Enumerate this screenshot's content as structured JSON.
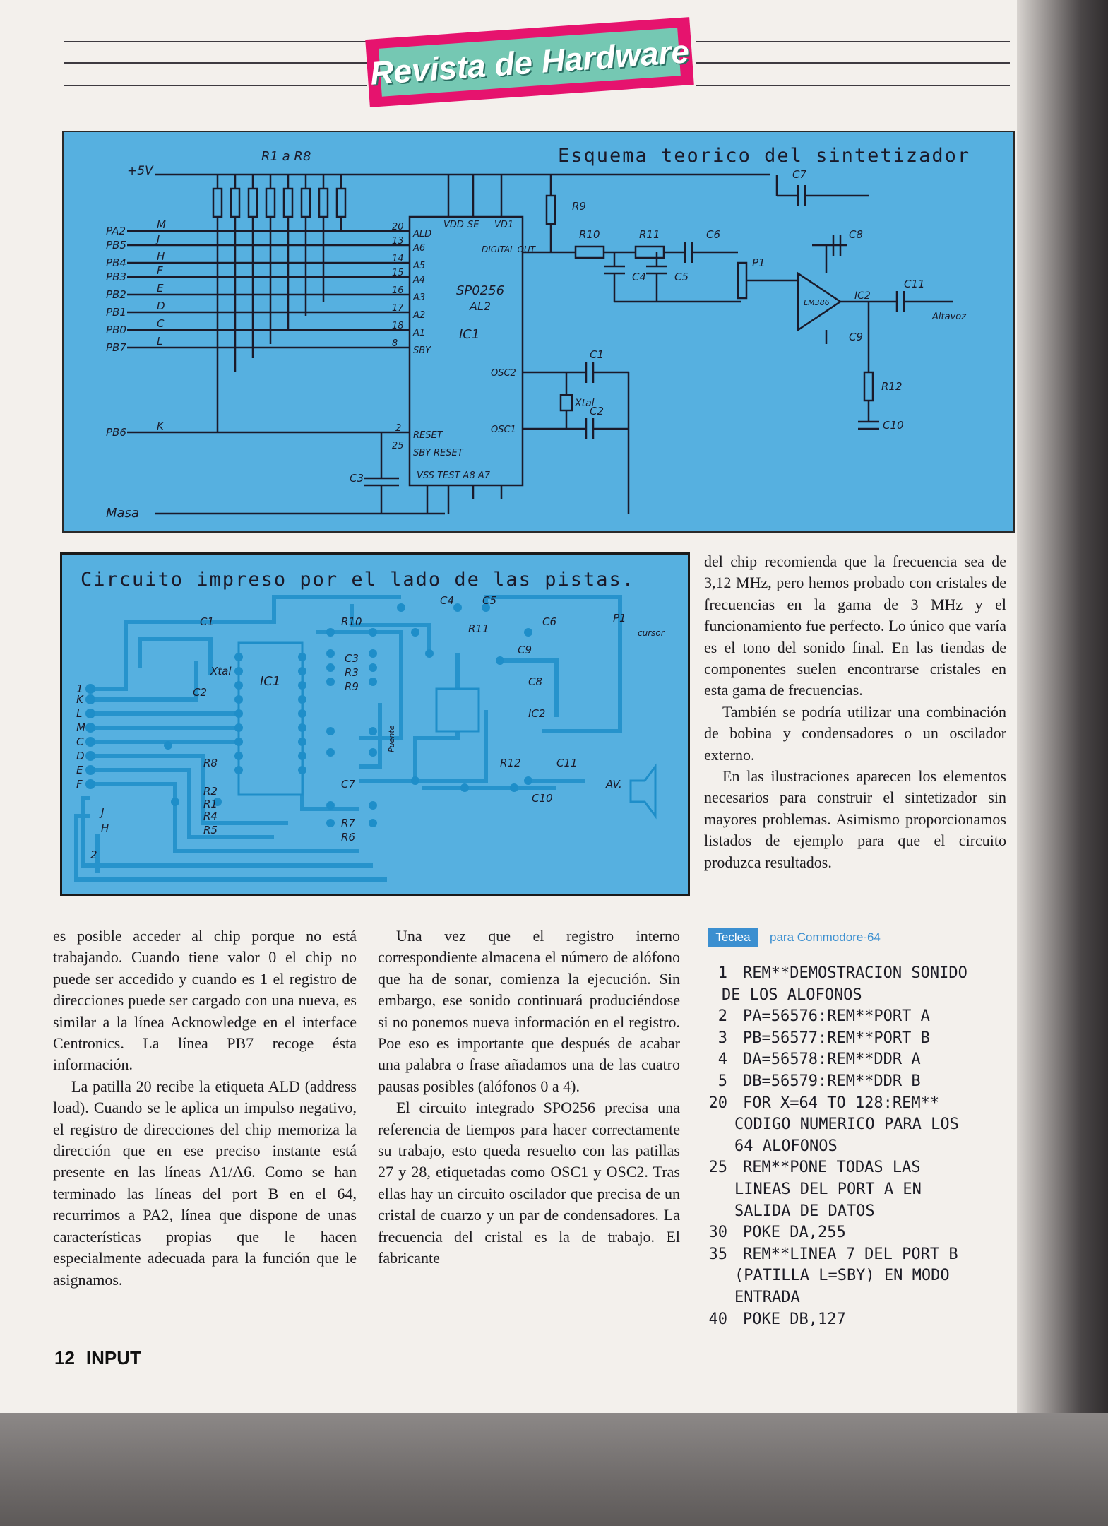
{
  "header": {
    "title": "Revista de Hardware"
  },
  "schematic": {
    "title": "Esquema teorico del sintetizador",
    "labels": {
      "supply": "+5V",
      "resistors": "R1 a R8",
      "ground": "Masa",
      "ports": [
        "PA2",
        "PB5",
        "PB4",
        "PB3",
        "PB2",
        "PB1",
        "PB0",
        "PB7",
        "PB6"
      ],
      "port_letters": [
        "M",
        "J",
        "H",
        "F",
        "E",
        "D",
        "C",
        "L",
        "K"
      ],
      "chip_name": "SP0256",
      "chip_sub": "AL2",
      "chip_id": "IC1",
      "pins_left": [
        "ALD",
        "A6",
        "A5",
        "A4",
        "A3",
        "A2",
        "A1",
        "SBY",
        "RESET",
        "SBY RESET"
      ],
      "pins_left_numbers": [
        "20",
        "13",
        "14",
        "15",
        "16",
        "17",
        "18",
        "8",
        "2",
        "25"
      ],
      "pins_top": [
        "VDD",
        "SE",
        "VD1"
      ],
      "pins_right": [
        "DIGITAL OUT",
        "OSC2",
        "OSC1"
      ],
      "pins_bottom": "VSS TEST A8 A7",
      "components": [
        "R9",
        "R10",
        "R11",
        "C6",
        "C7",
        "C8",
        "C4",
        "C5",
        "P1",
        "IC2",
        "LM386",
        "C11",
        "C9",
        "R12",
        "C10",
        "C1",
        "C2",
        "C3",
        "Xtal",
        "Altavoz"
      ]
    }
  },
  "pcb": {
    "title": "Circuito impreso por el lado de las pistas.",
    "labels": [
      "C1",
      "C2",
      "Xtal",
      "IC1",
      "R10",
      "C3",
      "R3",
      "R9",
      "R8",
      "R2",
      "R1",
      "R4",
      "R5",
      "R7",
      "R6",
      "C7",
      "Puente",
      "C4",
      "C5",
      "R11",
      "C6",
      "P1",
      "cursor",
      "C9",
      "C8",
      "IC2",
      "R12",
      "C11",
      "C10",
      "AV."
    ],
    "edge_letters": [
      "1",
      "K",
      "L",
      "M",
      "C",
      "D",
      "E",
      "F",
      "J",
      "H",
      "2"
    ]
  },
  "col1": [
    "es posible acceder al chip porque no está trabajando. Cuando tiene valor 0 el chip no puede ser accedido y cuando es 1 el registro de direcciones puede ser cargado con una nueva, es similar a la línea Acknowledge en el interface Centronics. La línea PB7 recoge ésta información.",
    "La patilla 20 recibe la etiqueta ALD (address load). Cuando se le aplica un impulso negativo, el registro de direcciones del chip memoriza la dirección que en ese preciso instante está presente en las líneas A1/A6. Como se han terminado las líneas del port B en el 64, recurrimos a PA2, línea que dispone de unas características propias que le hacen especialmente adecuada para la función que le asignamos."
  ],
  "col2": [
    "Una vez que el registro interno correspondiente almacena el número de alófono que ha de sonar, comienza la ejecución. Sin embargo, ese sonido continuará produciéndose si no ponemos nueva información en el registro. Poe eso es importante que después de acabar una palabra o frase añadamos una de las cuatro pausas posibles (alófonos 0 a 4).",
    "El circuito integrado SPO256 precisa una referencia de tiempos para hacer correctamente su trabajo, esto queda resuelto con las patillas 27 y 28, etiquetadas como OSC1 y OSC2. Tras ellas hay un circuito oscilador que precisa de un cristal de cuarzo y un par de condensadores. La frecuencia del cristal es la de trabajo. El fabricante"
  ],
  "col3": [
    "del chip recomienda que la frecuencia sea de 3,12 MHz, pero hemos probado con cristales de frecuencias en la gama de 3 MHz y el funcionamiento fue perfecto. Lo único que varía es el tono del sonido final. En las tiendas de componentes suelen encontrarse cristales en esta gama de frecuencias.",
    "También se podría utilizar una combinación de bobina y condensadores o un oscilador externo.",
    "En las ilustraciones aparecen los elementos necesarios para construir el sintetizador sin mayores problemas. Asimismo proporcionamos listados de ejemplo para que el circuito produzca resultados."
  ],
  "listing": {
    "tag": "Teclea",
    "caption": "para Commodore-64",
    "lines": [
      {
        "n": "1",
        "t": "REM**DEMOSTRACION SONIDO",
        "c": [
          "DE LOS ALOFONOS"
        ]
      },
      {
        "n": "2",
        "t": "PA=56576:REM**PORT A",
        "c": []
      },
      {
        "n": "3",
        "t": "PB=56577:REM**PORT B",
        "c": []
      },
      {
        "n": "4",
        "t": "DA=56578:REM**DDR A",
        "c": []
      },
      {
        "n": "5",
        "t": "DB=56579:REM**DDR B",
        "c": []
      },
      {
        "n": "20",
        "t": "FOR X=64 TO 128:REM**",
        "c": [
          "CODIGO NUMERICO PARA LOS",
          "64 ALOFONOS"
        ]
      },
      {
        "n": "25",
        "t": "REM**PONE TODAS LAS",
        "c": [
          "LINEAS DEL PORT A EN",
          "SALIDA DE DATOS"
        ]
      },
      {
        "n": "30",
        "t": "POKE DA,255",
        "c": []
      },
      {
        "n": "35",
        "t": "REM**LINEA 7 DEL PORT B",
        "c": [
          "(PATILLA L=SBY) EN MODO",
          "ENTRADA"
        ]
      },
      {
        "n": "40",
        "t": "POKE DB,127",
        "c": []
      }
    ]
  },
  "footer": {
    "page_number": "12",
    "magazine": "INPUT"
  }
}
